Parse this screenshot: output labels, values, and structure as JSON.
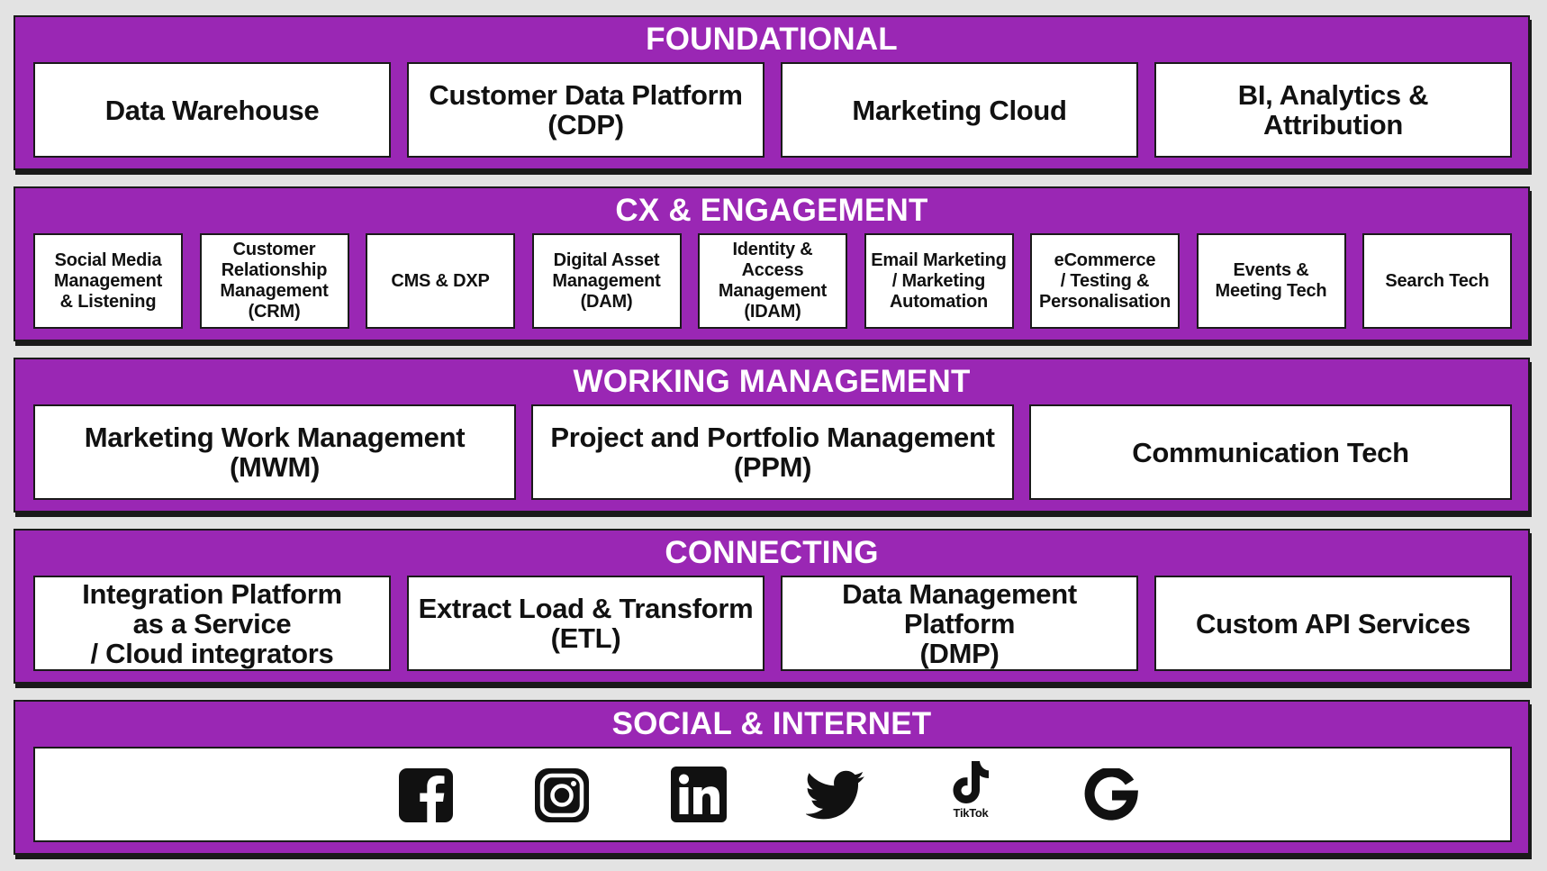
{
  "colors": {
    "band": "#9a27b4",
    "box": "#ffffff",
    "ink": "#111111",
    "page": "#e3e3e3"
  },
  "foundational": {
    "title": "FOUNDATIONAL",
    "items": [
      "Data Warehouse",
      "Customer Data Platform\n(CDP)",
      "Marketing Cloud",
      "BI, Analytics &\nAttribution"
    ]
  },
  "cx": {
    "title": "CX & ENGAGEMENT",
    "items": [
      "Social Media\nManagement\n& Listening",
      "Customer\nRelationship\nManagement\n(CRM)",
      "CMS & DXP",
      "Digital Asset\nManagement\n(DAM)",
      "Identity & Access\nManagement\n(IDAM)",
      "Email Marketing\n/ Marketing\nAutomation",
      "eCommerce\n/ Testing &\nPersonalisation",
      "Events &\nMeeting Tech",
      "Search Tech"
    ]
  },
  "working": {
    "title": "WORKING MANAGEMENT",
    "items": [
      "Marketing Work Management\n(MWM)",
      "Project and Portfolio Management\n(PPM)",
      "Communication Tech"
    ]
  },
  "connecting": {
    "title": "CONNECTING",
    "items": [
      "Integration Platform\nas a Service\n/ Cloud integrators",
      "Extract Load & Transform\n(ETL)",
      "Data Management Platform\n(DMP)",
      "Custom API Services"
    ]
  },
  "social": {
    "title": "SOCIAL & INTERNET",
    "icons": [
      "facebook-icon",
      "instagram-icon",
      "linkedin-icon",
      "twitter-icon",
      "tiktok-icon",
      "google-icon"
    ],
    "tiktok_label": "TikTok"
  }
}
